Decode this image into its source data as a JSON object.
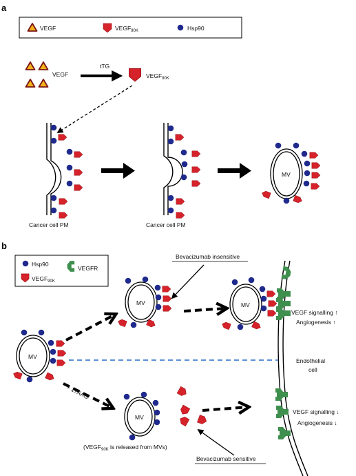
{
  "panel_a": {
    "letter": "a",
    "legend": {
      "vegf": "VEGF",
      "vegf90k_main": "VEGF",
      "vegf90k_sub": "90K",
      "hsp90": "Hsp90"
    },
    "conversion": {
      "from_label": "VEGF",
      "enzyme": "tTG",
      "to_main": "VEGF",
      "to_sub": "90K"
    },
    "pm_label_1": "Cancer cell PM",
    "pm_label_2": "Cancer cell PM",
    "mv_label": "MV"
  },
  "panel_b": {
    "letter": "b",
    "legend": {
      "hsp90": "Hsp90",
      "vegf90k_main": "VEGF",
      "vegf90k_sub": "90K",
      "vegfr": "VEGFR"
    },
    "mv_labels": [
      "MV",
      "MV",
      "MV",
      "MV"
    ],
    "bevacizumab_insensitive": "Bevacizumab insensitive",
    "bevacizumab_sensitive": "Bevacizumab sensitive",
    "treatment": "+ 17AAG",
    "release_note": {
      "pre": "(VEGF",
      "sub": "90K",
      "post": " is released from MVs)"
    },
    "endothelial_line1": "Endothelial",
    "endothelial_line2": "cell",
    "signal_up": {
      "signalling": "VEGF signalling",
      "arrow_s": "↑",
      "angiogenesis": "Angiogenesis",
      "arrow_a": "↑"
    },
    "signal_down": {
      "signalling": "VEGF signalling",
      "arrow_s": "↓",
      "angiogenesis": "Angiogenesis",
      "arrow_a": "↓"
    }
  },
  "colors": {
    "vegf_fill": "#f2b21a",
    "vegf_stroke": "#8b1a1a",
    "vegf90k_fill": "#d6222a",
    "hsp90_fill": "#1f2a8c",
    "vegfr_fill": "#3f8f4f",
    "divider": "#5b8fd6"
  }
}
